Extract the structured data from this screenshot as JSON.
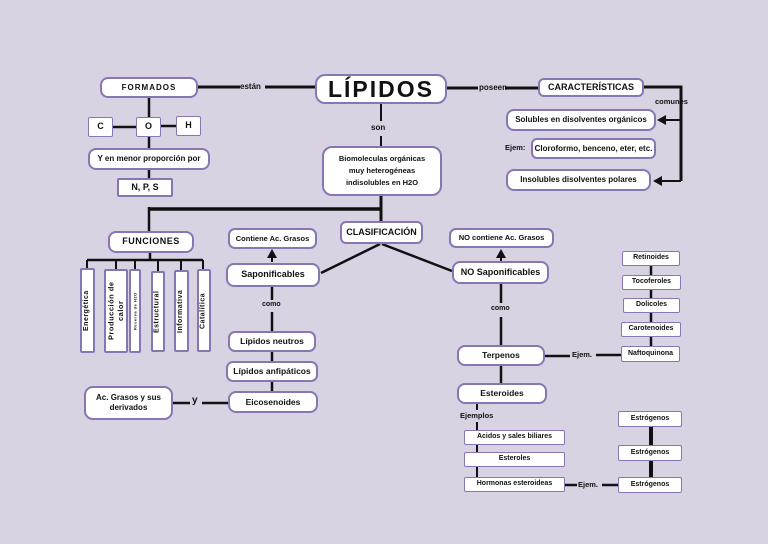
{
  "colors": {
    "background": "#d8d2e2",
    "box_border": "#8577b2",
    "box_fill": "#ffffff",
    "line": "#111111",
    "text": "#111111"
  },
  "map": {
    "title": "LÍPIDOS",
    "formados": {
      "label": "FORMADOS",
      "c": "C",
      "o": "O",
      "h": "H",
      "menor": "Y en menor proporción por",
      "nps": "N, P, S"
    },
    "definicion": "Biomoleculas orgánicas muy heterogéneas indisolubles en H2O",
    "caracteristicas": {
      "label": "CARACTERÍSTICAS",
      "solubles": "Solubles en disolventes orgánicos",
      "ejemplo_label": "Ejem:",
      "ejemplo": "Cloroformo, benceno, eter, etc.",
      "insolubles": "Insolubles disolventes polares"
    },
    "funciones": {
      "label": "FUNCIONES",
      "items": [
        "Energética",
        "Producción de calor",
        "Reserva de H2O",
        "Estructural",
        "Informativa",
        "Catalítica"
      ]
    },
    "clasificacion": {
      "label": "CLASIFICACIÓN",
      "saponificables": {
        "label": "Saponificables",
        "nota": "Contiene Ac. Grasos",
        "items": [
          "Lípidos neutros",
          "Lípidos anfipáticos",
          "Eicosenoides"
        ],
        "derivados": "Ac. Grasos y sus derivados"
      },
      "no_saponificables": {
        "label": "NO Saponificables",
        "nota_bold": "NO",
        "nota_rest": "contiene Ac. Grasos",
        "terpenos": "Terpenos",
        "terpenos_ejemplos": [
          "Retinoides",
          "Tocoferoles",
          "Dolicoles",
          "Carotenoides",
          "Naftoquinona"
        ],
        "esteroides": "Esteroides",
        "ejemplos_label": "Ejemplos",
        "esteroides_ejemplos": [
          "Acidos y sales biliares",
          "Esteroles",
          "Hormonas esteroideas"
        ],
        "hormonas_ejemplos": [
          "Estrógenos",
          "Estrógenos",
          "Estrógenos"
        ]
      }
    },
    "conectores": {
      "estan": "están",
      "poseen": "poseen",
      "son": "son",
      "comunes": "comunes",
      "como_izq": "como",
      "como_der": "como",
      "y": "y",
      "ejem_terpenos": "Ejem.",
      "ejem_hormonas": "Ejem."
    }
  }
}
